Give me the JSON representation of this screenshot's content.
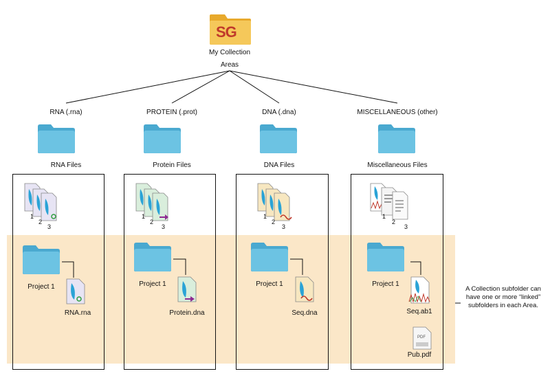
{
  "root": {
    "badge": "SG",
    "title": "My Collection",
    "subtitle": "Areas"
  },
  "areas": [
    {
      "label": "RNA (.rna)",
      "folder_label": "RNA Files",
      "stack_numbers": [
        "1",
        "2",
        "3"
      ],
      "project_label": "Project 1",
      "files": [
        "RNA.rna"
      ]
    },
    {
      "label": "PROTEIN (.prot)",
      "folder_label": "Protein Files",
      "stack_numbers": [
        "1",
        "2",
        "3"
      ],
      "project_label": "Project 1",
      "files": [
        "Protein.dna"
      ]
    },
    {
      "label": "DNA (.dna)",
      "folder_label": "DNA Files",
      "stack_numbers": [
        "1",
        "2",
        "3"
      ],
      "project_label": "Project 1",
      "files": [
        "Seq.dna"
      ]
    },
    {
      "label": "MISCELLANEOUS (other)",
      "folder_label": "Miscellaneous Files",
      "stack_numbers": [
        "1",
        "2",
        "3"
      ],
      "project_label": "Project 1",
      "files": [
        "Seq.ab1",
        "Pub.pdf"
      ]
    }
  ],
  "note": "A Collection subfolder can have one or more “linked” subfolders in each Area.",
  "pdf_icon_text": "PDF",
  "colors": {
    "folder": "#5cb8dc",
    "folder_tab": "#4aa9d0",
    "root_folder": "#f2c14e",
    "badge": "#c0392b",
    "band": "#fbe7c8"
  }
}
